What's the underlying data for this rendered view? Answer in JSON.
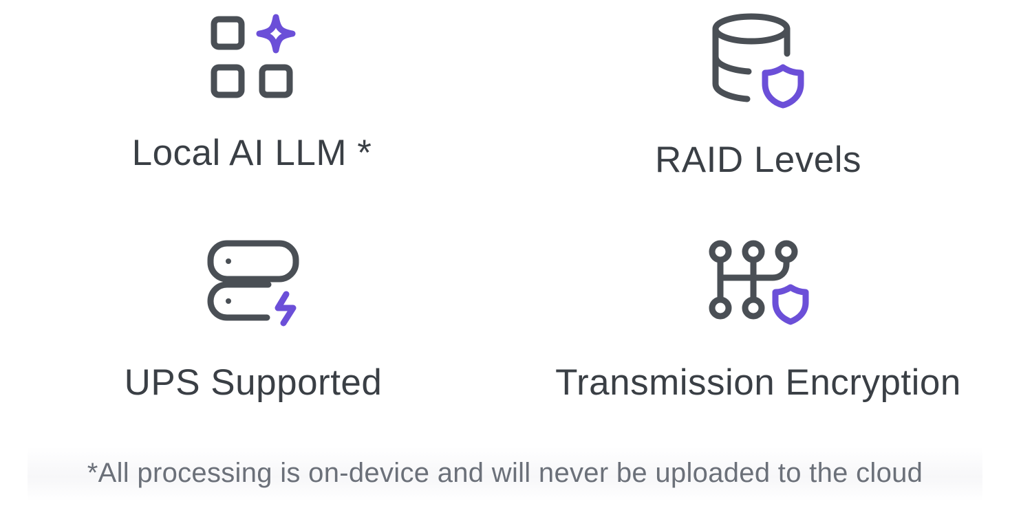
{
  "features": [
    {
      "label": "Local AI LLM *",
      "icon": "apps-sparkle-icon"
    },
    {
      "label": "RAID Levels",
      "icon": "database-shield-icon"
    },
    {
      "label": "UPS Supported",
      "icon": "server-bolt-icon"
    },
    {
      "label": "Transmission Encryption",
      "icon": "network-shield-icon"
    }
  ],
  "footnote": "*All processing is on-device and will never be uploaded to the cloud",
  "colors": {
    "icon_stroke": "#4a4f55",
    "accent": "#6b4fd8",
    "label_text": "#3a3f45",
    "footnote_text": "#6b7079"
  }
}
